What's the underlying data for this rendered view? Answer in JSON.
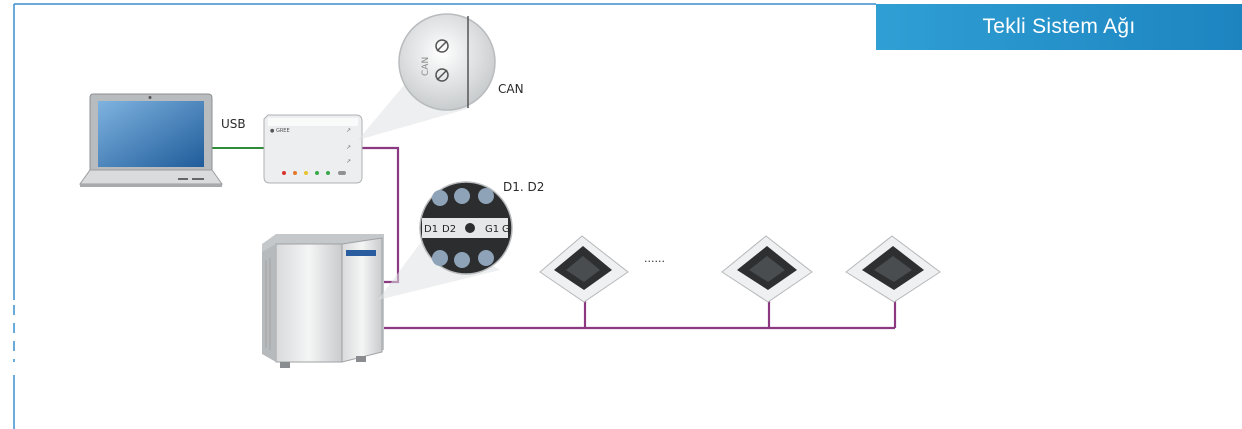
{
  "title": "Tekli Sistem Ağı",
  "labels": {
    "usb": "USB",
    "can": "CAN",
    "can_terminal": "CAN",
    "d1d2": "D1. D2",
    "terminal_d1": "D1",
    "terminal_d2": "D2",
    "terminal_g1": "G1",
    "terminal_g": "G",
    "ellipsis": "......"
  },
  "colors": {
    "accent": "#1d84c0",
    "usb_cable": "#2e8b3a",
    "can_cable": "#8b3a82",
    "frame_line": "#3a8fd0"
  }
}
